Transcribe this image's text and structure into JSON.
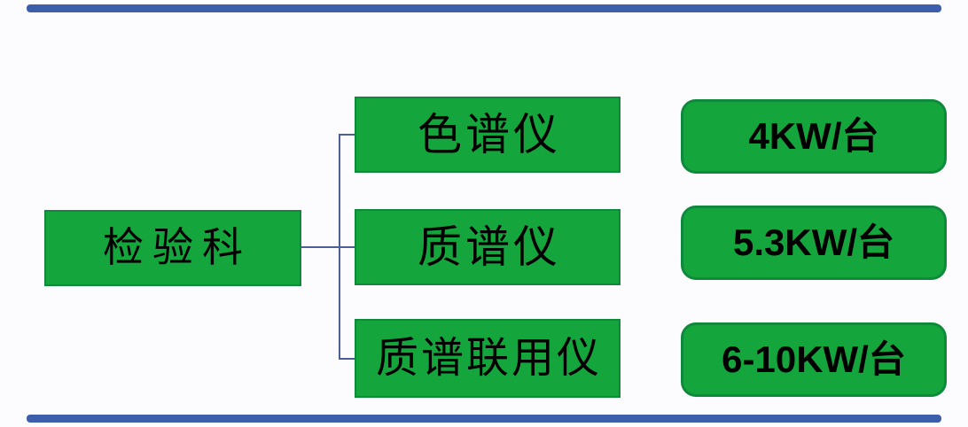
{
  "page": {
    "background": "#FCFCFE"
  },
  "decor": {
    "accent_bar_color": "#3D5FAB"
  },
  "diagram": {
    "type": "flowchart",
    "root": {
      "label": "检验科"
    },
    "rows": [
      {
        "instrument": "色谱仪",
        "power": "4KW/台"
      },
      {
        "instrument": "质谱仪",
        "power": "5.3KW/台"
      },
      {
        "instrument": "质谱联用仪",
        "power": "6-10KW/台"
      }
    ],
    "colors": {
      "box_fill": "#15A53D",
      "box_border": "#0F8A3C",
      "connector": "#4D5D95",
      "text": "#000000"
    }
  }
}
